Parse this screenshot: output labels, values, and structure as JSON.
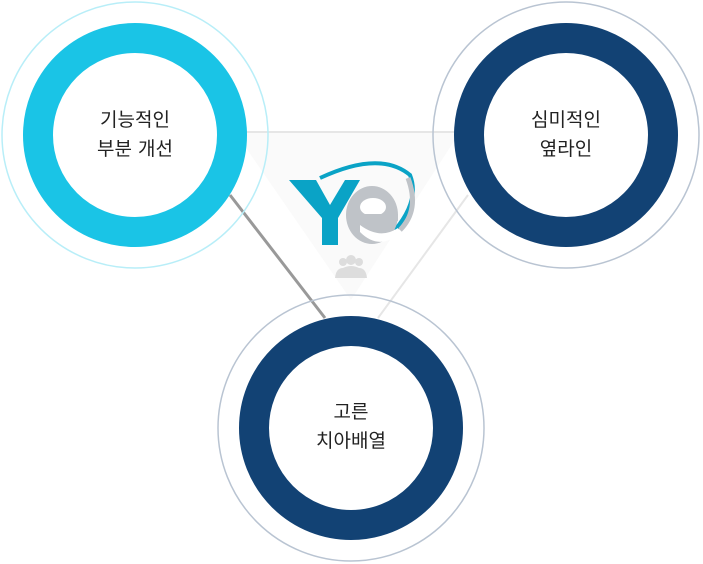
{
  "logo": {
    "text": "Ye",
    "y_color": "#0aa3c6",
    "e_color": "#bfc3c8",
    "icon": "group-icon"
  },
  "circles": [
    {
      "line1": "기능적인",
      "line2": "부분 개선",
      "color": "#1ac4e6",
      "outline": "#b8eef8"
    },
    {
      "line1": "심미적인",
      "line2": "옆라인",
      "color": "#124274",
      "outline": "#b9c4d2"
    },
    {
      "line1": "고른",
      "line2": "치아배열",
      "color": "#124274",
      "outline": "#b9c4d2"
    }
  ]
}
